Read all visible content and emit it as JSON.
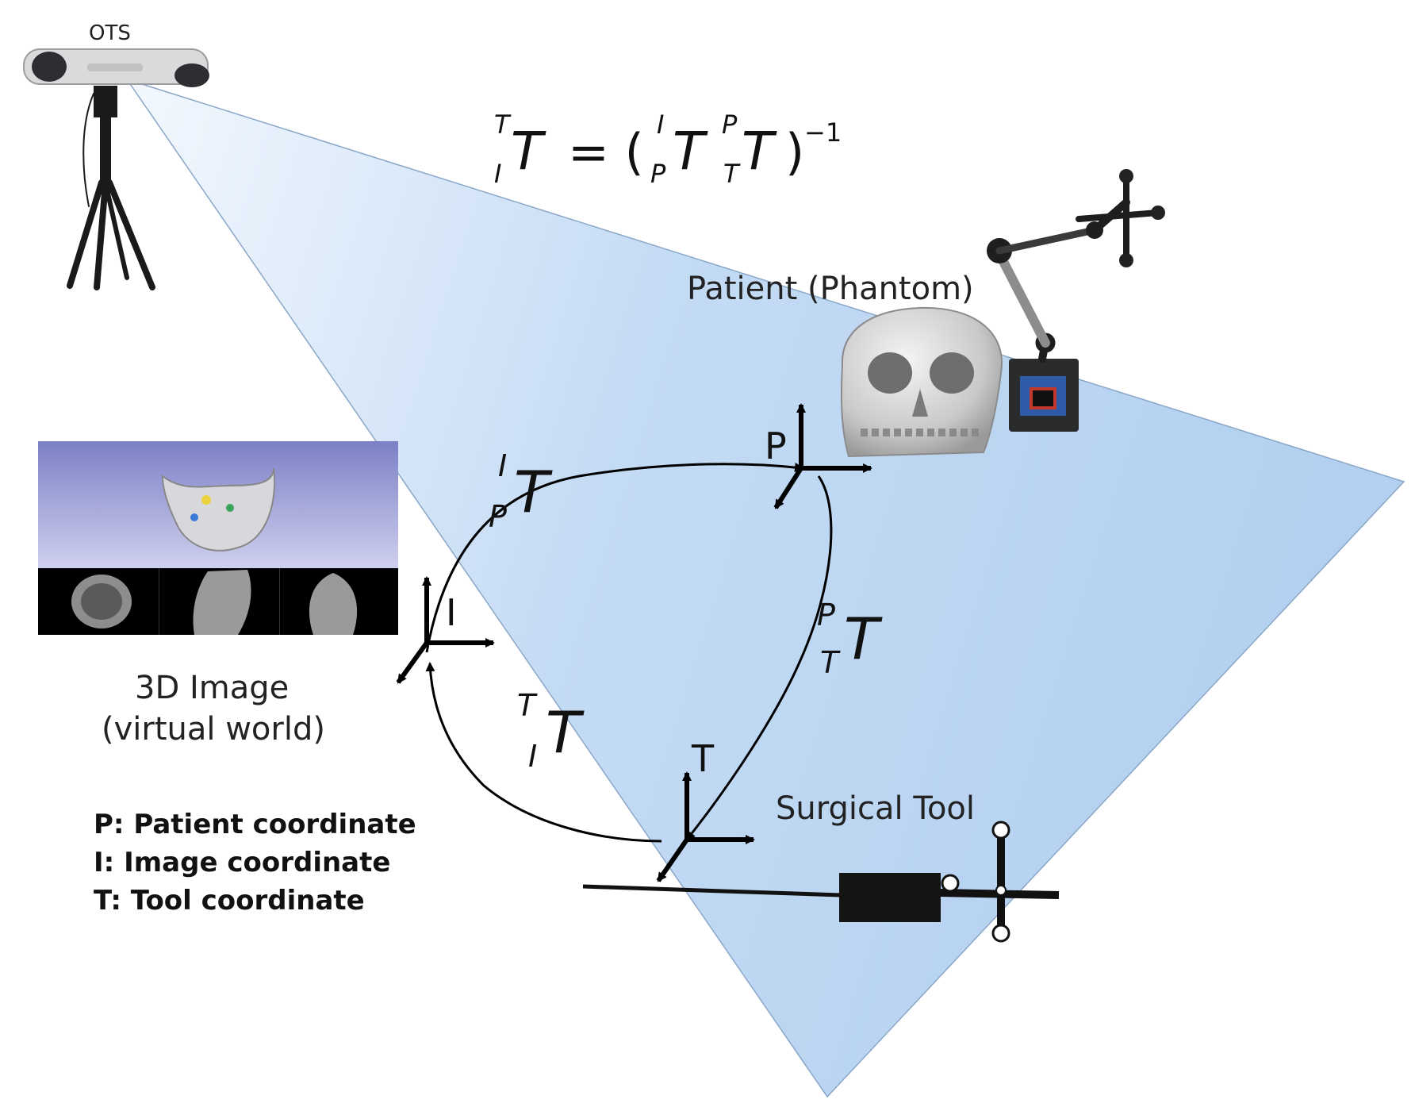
{
  "labels": {
    "ots": "OTS",
    "patient": "Patient (Phantom)",
    "image_line1": "3D Image",
    "image_line2": "(virtual world)",
    "surgical_tool": "Surgical Tool"
  },
  "axes": {
    "patient": "P",
    "image": "I",
    "tool": "T"
  },
  "formula": {
    "lhs_sup": "T",
    "lhs_sub": "I",
    "lhs": "T",
    "eq": "= (",
    "a_sup": "I",
    "a_sub": "P",
    "a": "T",
    "b_sup": "P",
    "b_sub": "T",
    "b": "T",
    "close": ")",
    "exp": "−1"
  },
  "transforms": {
    "ip": {
      "sup": "I",
      "sub": "P",
      "main": "T"
    },
    "pt": {
      "sup": "P",
      "sub": "T",
      "main": "T"
    },
    "ti": {
      "sup": "T",
      "sub": "I",
      "main": "T"
    }
  },
  "legend": [
    "P: Patient coordinate",
    "I: Image coordinate",
    "T: Tool coordinate"
  ],
  "colors": {
    "frustum_light": "#eef5fd",
    "frustum_dark": "#a9c9ee",
    "arrow": "#000000",
    "ct_top": "#7f84c8",
    "ct_bottom": "#c4c6ea"
  },
  "icons": [
    "ots-camera-icon",
    "tripod-icon",
    "skull-phantom-icon",
    "magnetic-base-icon",
    "marker-arm-icon",
    "surgical-tool-icon",
    "ct-image-icon"
  ]
}
